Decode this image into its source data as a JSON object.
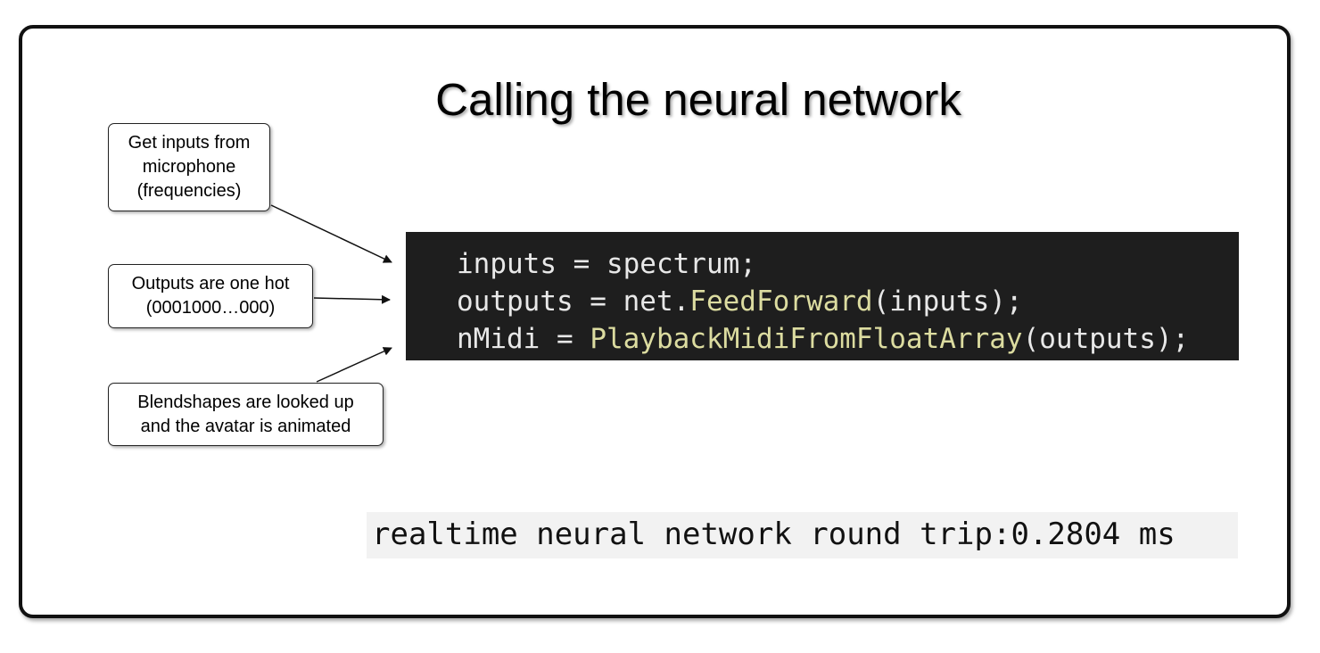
{
  "slide": {
    "title": "Calling the neural network"
  },
  "callouts": [
    {
      "lines": [
        "Get inputs from",
        "microphone",
        "(frequencies)"
      ]
    },
    {
      "lines": [
        "Outputs are one hot",
        "(0001000…000)"
      ]
    },
    {
      "lines": [
        "Blendshapes are looked up",
        "and the avatar is animated"
      ]
    }
  ],
  "code": {
    "lines": [
      {
        "plain_before": "inputs = spectrum;",
        "function": "",
        "plain_after": ""
      },
      {
        "plain_before": "outputs = net.",
        "function": "FeedForward",
        "plain_after": "(inputs);"
      },
      {
        "plain_before": "nMidi = ",
        "function": "PlaybackMidiFromFloatArray",
        "plain_after": "(outputs);"
      }
    ],
    "colors": {
      "background": "#1e1e1e",
      "text": "#e8e8e8",
      "function": "#dcdca0"
    }
  },
  "readout": {
    "label": "realtime neural network round trip:",
    "value": "0.2804",
    "unit": "ms"
  }
}
